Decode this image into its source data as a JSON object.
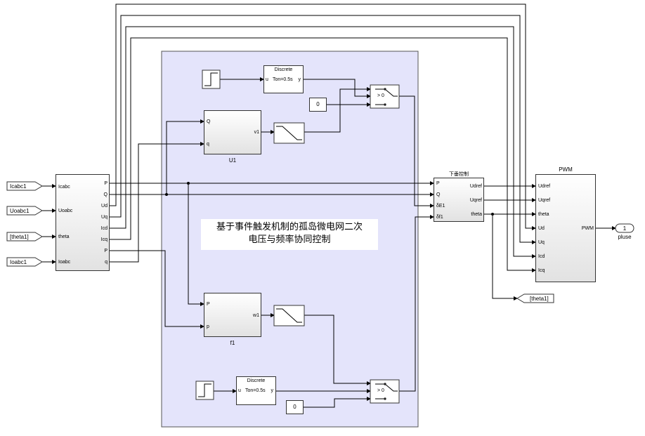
{
  "title": "基于事件触发机制的孤岛微电网二次\n电压与频率协同控制",
  "inports": [
    {
      "tag": "Icabc1"
    },
    {
      "tag": "Uoabc1"
    },
    {
      "tag": "[theta1]"
    },
    {
      "tag": "Ioabc1"
    }
  ],
  "measure_block": {
    "inputs": [
      "Icabc",
      "Uoabc",
      "theta",
      "Ioabc"
    ],
    "outputs": [
      "P",
      "Q",
      "Ud",
      "Uq",
      "Icd",
      "Icq",
      "P",
      "q"
    ]
  },
  "u1_block": {
    "name": "U1",
    "inputs": [
      "Q",
      "q"
    ],
    "output": "v1"
  },
  "f1_block": {
    "name": "f1",
    "inputs": [
      "P",
      "p"
    ],
    "output": "w1"
  },
  "discrete_top": {
    "title": "Discrete",
    "param": "Ton=0.5s",
    "in": "u",
    "out": "y"
  },
  "discrete_bottom": {
    "title": "Discrete",
    "param": "Ton=0.5s",
    "in": "u",
    "out": "y"
  },
  "const_top": "0",
  "const_bottom": "0",
  "switch_label": "> 0",
  "droop_block": {
    "name": "下垂控制",
    "inputs": [
      "P",
      "Q",
      "δE1",
      "δf1"
    ],
    "outputs": [
      "Udref",
      "Uqref",
      "theta"
    ]
  },
  "pwm_block": {
    "name": "PWM",
    "inputs": [
      "Udref",
      "Uqref",
      "theta",
      "Ud",
      "Uq",
      "Icd",
      "Icq"
    ],
    "output": "PWM"
  },
  "outport": {
    "number": "1",
    "name": "pluse"
  },
  "goto_tag": "[theta1]"
}
